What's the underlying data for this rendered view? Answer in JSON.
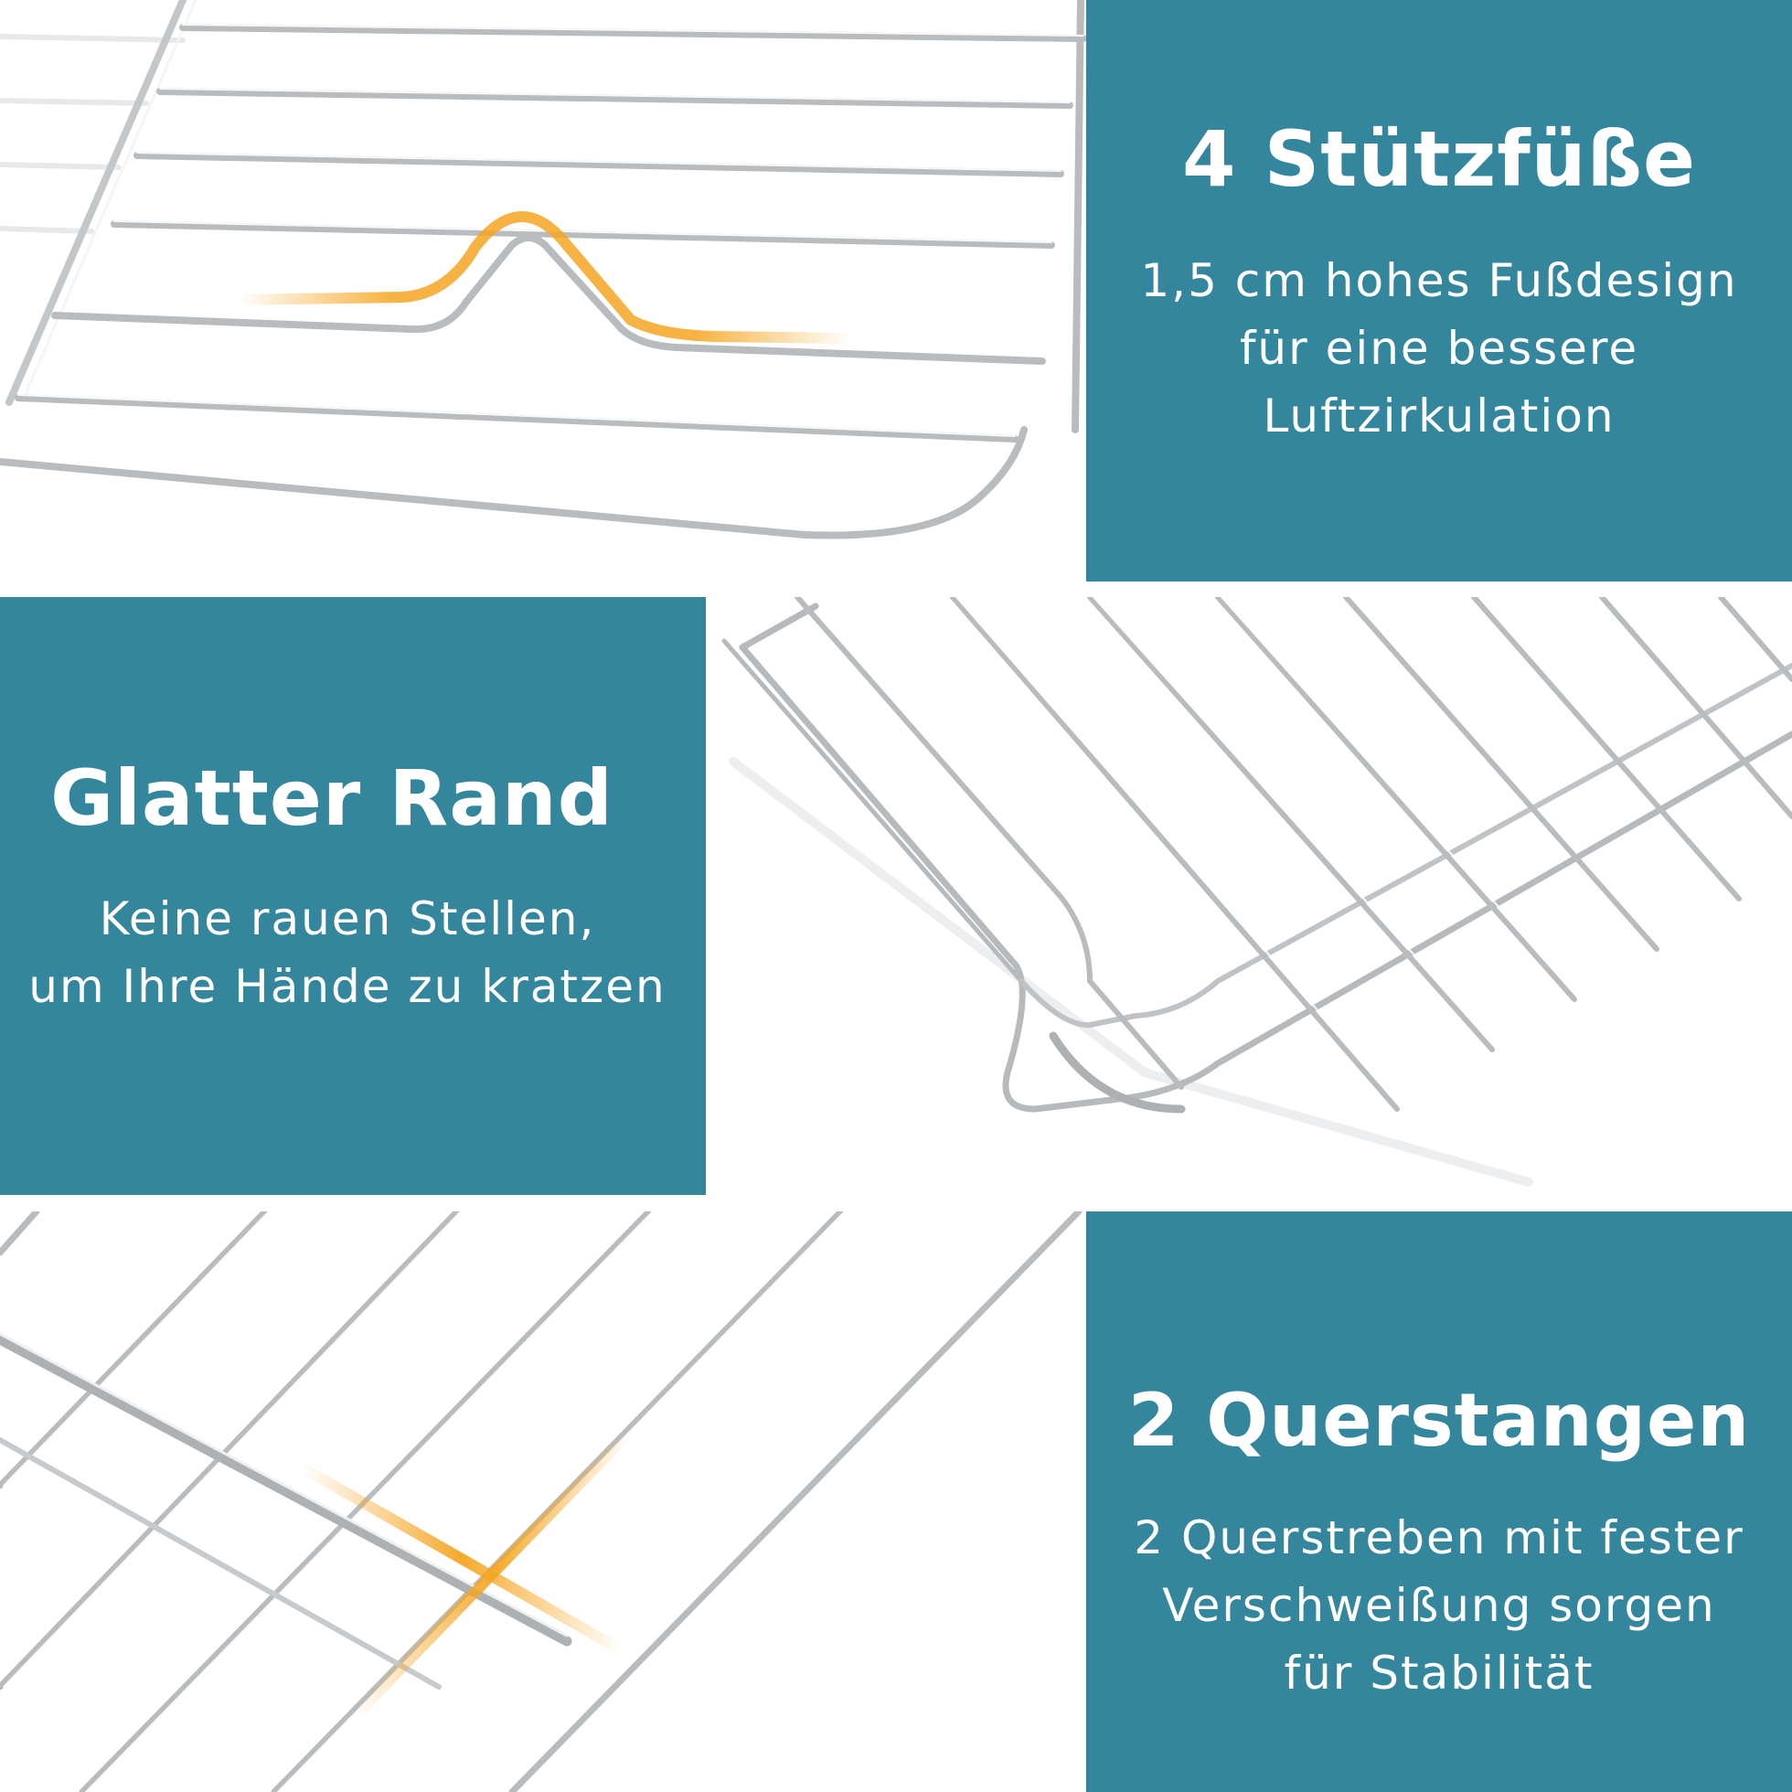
{
  "features": [
    {
      "title": "4 Stützfüße",
      "description_lines": [
        "1,5 cm hohes Fußdesign",
        "für eine bessere",
        "Luftzirkulation"
      ]
    },
    {
      "title": "Glatter Rand",
      "description_lines": [
        "Keine rauen Stellen,",
        "um Ihre Hände zu kratzen"
      ]
    },
    {
      "title": "2 Querstangen",
      "description_lines": [
        "2 Querstreben mit fester",
        "Verschweißung sorgen",
        "für Stabilität"
      ]
    }
  ],
  "colors": {
    "panel": "#34869c",
    "highlight": "#f5a623",
    "wire": "#b9bcbf"
  },
  "images": [
    {
      "subject": "wire-rack-support-foot-closeup",
      "icon": "support-foot-photo"
    },
    {
      "subject": "wire-rack-rounded-corner-closeup",
      "icon": "rounded-edge-photo"
    },
    {
      "subject": "wire-rack-crossbar-weld-closeup",
      "icon": "crossbar-photo"
    }
  ]
}
